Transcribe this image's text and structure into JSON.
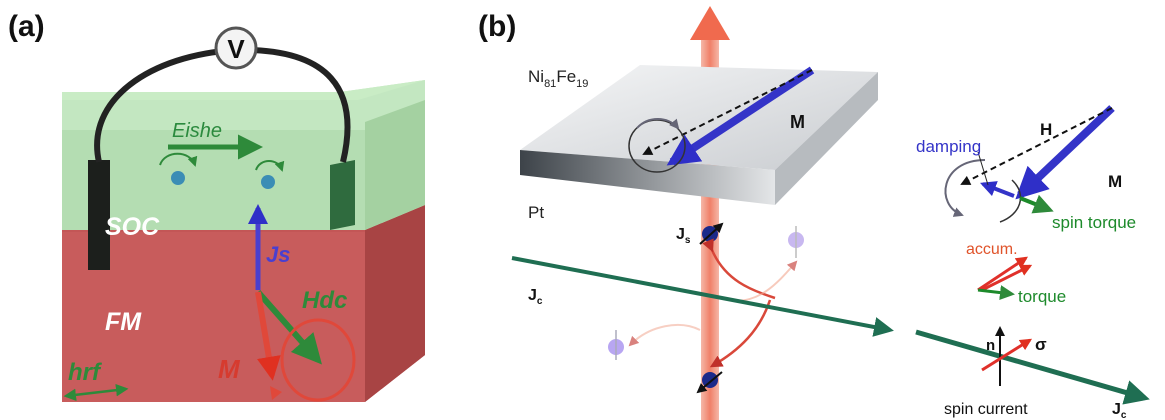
{
  "panel_a": {
    "label": "(a)",
    "voltmeter": "V",
    "eishe": "Eishe",
    "soc": "SOC",
    "fm": "FM",
    "js": "Js",
    "hdc": "Hdc",
    "m": "M",
    "hrf": "hrf"
  },
  "panel_b": {
    "label": "(b)",
    "nife_base1": "Ni",
    "nife_sub1": "81",
    "nife_base2": "Fe",
    "nife_sub2": "19",
    "m_film": "M",
    "pt": "Pt",
    "js_base": "J",
    "js_sub": "s",
    "jc_base": "J",
    "jc_sub": "c",
    "jc_out_base": "J",
    "jc_out_sub": "c",
    "damping": "damping",
    "h": "H",
    "m_inset": "M",
    "spin_torque": "spin torque",
    "accum": "accum.",
    "torque": "torque",
    "n": "n",
    "sigma": "σ",
    "spin_current": "spin current"
  },
  "colors": {
    "soc_green": "#a9dca8",
    "fm_red": "#c95c5c",
    "green_arrow": "#1f7a4a",
    "blue_arrow": "#3a3ad0",
    "red_arrow": "#e23a2a"
  }
}
